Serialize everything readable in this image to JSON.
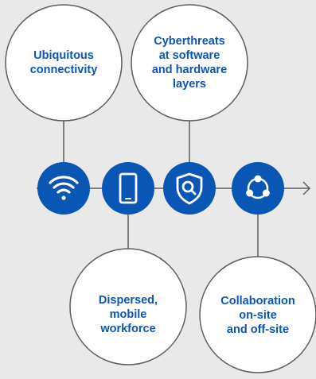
{
  "colors": {
    "background": "#e9e9e9",
    "circle_fill": "#0a56b4",
    "bubble_fill": "#ffffff",
    "line": "#5e5e5e",
    "text": "#0a56b4"
  },
  "bubbles": [
    {
      "label": "Ubiquitous\nconnectivity"
    },
    {
      "label": "Cyberthreats\nat software\nand hardware\nlayers"
    },
    {
      "label": "Dispersed,\nmobile\nworkforce"
    },
    {
      "label": "Collaboration\non-site\nand off-site"
    }
  ],
  "icons": [
    {
      "name": "wifi-icon"
    },
    {
      "name": "smartphone-icon"
    },
    {
      "name": "shield-search-icon"
    },
    {
      "name": "share-network-icon"
    }
  ]
}
